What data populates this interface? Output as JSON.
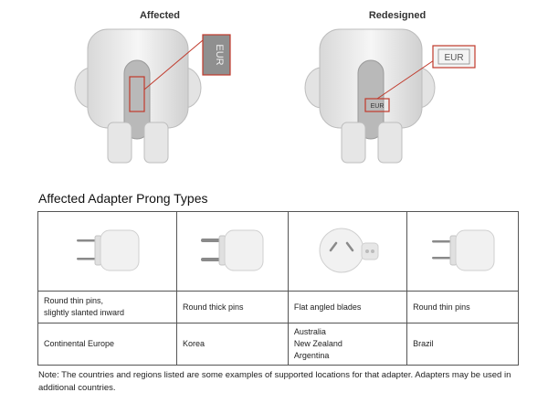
{
  "photos": {
    "affected_label": "Affected",
    "redesigned_label": "Redesigned",
    "affected_zoom_text": "EUR",
    "redesigned_zoom_text": "EUR"
  },
  "section_title": "Affected Adapter Prong Types",
  "table": {
    "columns": [
      {
        "icon": "round-pins-plug-icon",
        "pins": [
          "Round thin pins,",
          "slightly slanted inward"
        ],
        "locations": [
          "Continental Europe"
        ]
      },
      {
        "icon": "round-thick-pins-plug-icon",
        "pins": [
          "Round thick pins"
        ],
        "locations": [
          "Korea"
        ]
      },
      {
        "icon": "flat-angled-blades-plug-icon",
        "pins": [
          "Flat angled blades"
        ],
        "locations": [
          "Australia",
          "New Zealand",
          "Argentina"
        ]
      },
      {
        "icon": "round-thin-pins-plug-icon",
        "pins": [
          "Round thin pins"
        ],
        "locations": [
          "Brazil"
        ]
      }
    ]
  },
  "note": "Note: The countries and regions listed are some examples of supported locations for that adapter. Adapters may be used in additional countries."
}
